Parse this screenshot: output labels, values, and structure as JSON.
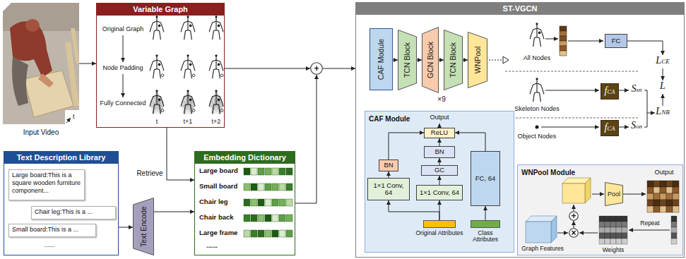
{
  "diagram": {
    "nodes": [
      {
        "text": [
          "Input Video"
        ]
      },
      {
        "text": [
          "Variable Graph"
        ]
      },
      {
        "text": [
          "Text Description Library"
        ]
      },
      {
        "text": [
          "Large board:This is a square wooden furniture component..."
        ],
        "in": 2
      },
      {
        "text": [
          "Chair leg:This is a ..."
        ],
        "in": 2
      },
      {
        "text": [
          "Small board:This is a ..."
        ],
        "in": 2
      },
      {
        "text": [
          "Text Encode"
        ]
      },
      {
        "text": [
          "Embedding Dictionary"
        ]
      },
      {
        "text": [
          "+"
        ]
      },
      {
        "text": [
          "ST-VGCN"
        ]
      },
      {
        "text": [
          "CAF Module"
        ],
        "in": 9
      },
      {
        "text": [
          "TCN Block"
        ],
        "in": 9
      },
      {
        "text": [
          "GCN Block"
        ],
        "in": 9
      },
      {
        "text": [
          "TCN Block"
        ],
        "in": 9
      },
      {
        "text": [
          "WNPool"
        ],
        "in": 9
      },
      {
        "text": [
          "FC"
        ],
        "in": 9
      },
      {
        "text": [
          "fCA"
        ],
        "in": 9
      },
      {
        "text": [
          "fCA"
        ],
        "in": 9
      },
      {
        "text": [
          "CAF Module"
        ],
        "in": 9
      },
      {
        "text": [
          "ReLU"
        ],
        "in": 18
      },
      {
        "text": [
          "BN"
        ],
        "in": 18
      },
      {
        "text": [
          "BN"
        ],
        "in": 18
      },
      {
        "text": [
          "GC"
        ],
        "in": 18
      },
      {
        "text": [
          "1×1 Conv, 64"
        ],
        "in": 18
      },
      {
        "text": [
          "1×1 Conv, 64"
        ],
        "in": 18
      },
      {
        "text": [
          "FC, 64"
        ],
        "in": 18
      },
      {
        "text": [
          "Original Attributes"
        ],
        "in": 18
      },
      {
        "text": [
          "Class Attributes"
        ],
        "in": 18
      },
      {
        "text": [
          "WNPool Module"
        ],
        "in": 9
      },
      {
        "text": [
          "Pool"
        ],
        "in": 28
      },
      {
        "text": [
          "×"
        ],
        "in": 28
      },
      {
        "text": [
          "+"
        ],
        "in": 28
      }
    ],
    "edges": [
      {
        "from": 0,
        "to": 1,
        "arrow": "to"
      },
      {
        "from": 2,
        "to": 6,
        "arrow": "to"
      },
      {
        "from": 6,
        "to": 7,
        "arrow": "to"
      },
      {
        "from": 1,
        "to": 7,
        "label": "Retrieve",
        "arrow": "to"
      },
      {
        "from": 1,
        "to": 8,
        "arrow": "to"
      },
      {
        "from": 7,
        "to": 8,
        "arrow": "to"
      },
      {
        "from": 8,
        "to": 9,
        "arrow": "to"
      },
      {
        "from": 10,
        "to": 11,
        "arrow": "to"
      },
      {
        "from": 11,
        "to": 12,
        "arrow": "to"
      },
      {
        "from": 12,
        "to": 13,
        "arrow": "to"
      },
      {
        "from": 13,
        "to": 14,
        "arrow": "to"
      },
      {
        "from": 26,
        "to": 23,
        "arrow": "to"
      },
      {
        "from": 26,
        "to": 24,
        "arrow": "to"
      },
      {
        "from": 27,
        "to": 25,
        "arrow": "to"
      },
      {
        "from": 23,
        "to": 20,
        "arrow": "to"
      },
      {
        "from": 24,
        "to": 22,
        "arrow": "to"
      },
      {
        "from": 22,
        "to": 21,
        "arrow": "to"
      },
      {
        "from": 21,
        "to": 19,
        "arrow": "to"
      },
      {
        "from": 20,
        "to": 19,
        "arrow": "to"
      },
      {
        "from": 25,
        "to": 19,
        "arrow": "to"
      },
      {
        "from": 30,
        "to": 31,
        "arrow": "to"
      }
    ],
    "labels": [
      "t",
      "Original Graph",
      "Node Padding",
      "Fully Connected",
      "t",
      "t+1",
      "t+2",
      "......",
      "Large board",
      "Small board",
      "Chair leg",
      "Chair back",
      "Large frame",
      "......",
      "×9",
      "All Nodes",
      "LCE",
      "L",
      "Skeleton Nodes",
      "Ssn",
      "LNB",
      "Object Nodes",
      "Son",
      "Output",
      "Output",
      "Graph Features",
      "Repeat",
      "Weights"
    ]
  }
}
